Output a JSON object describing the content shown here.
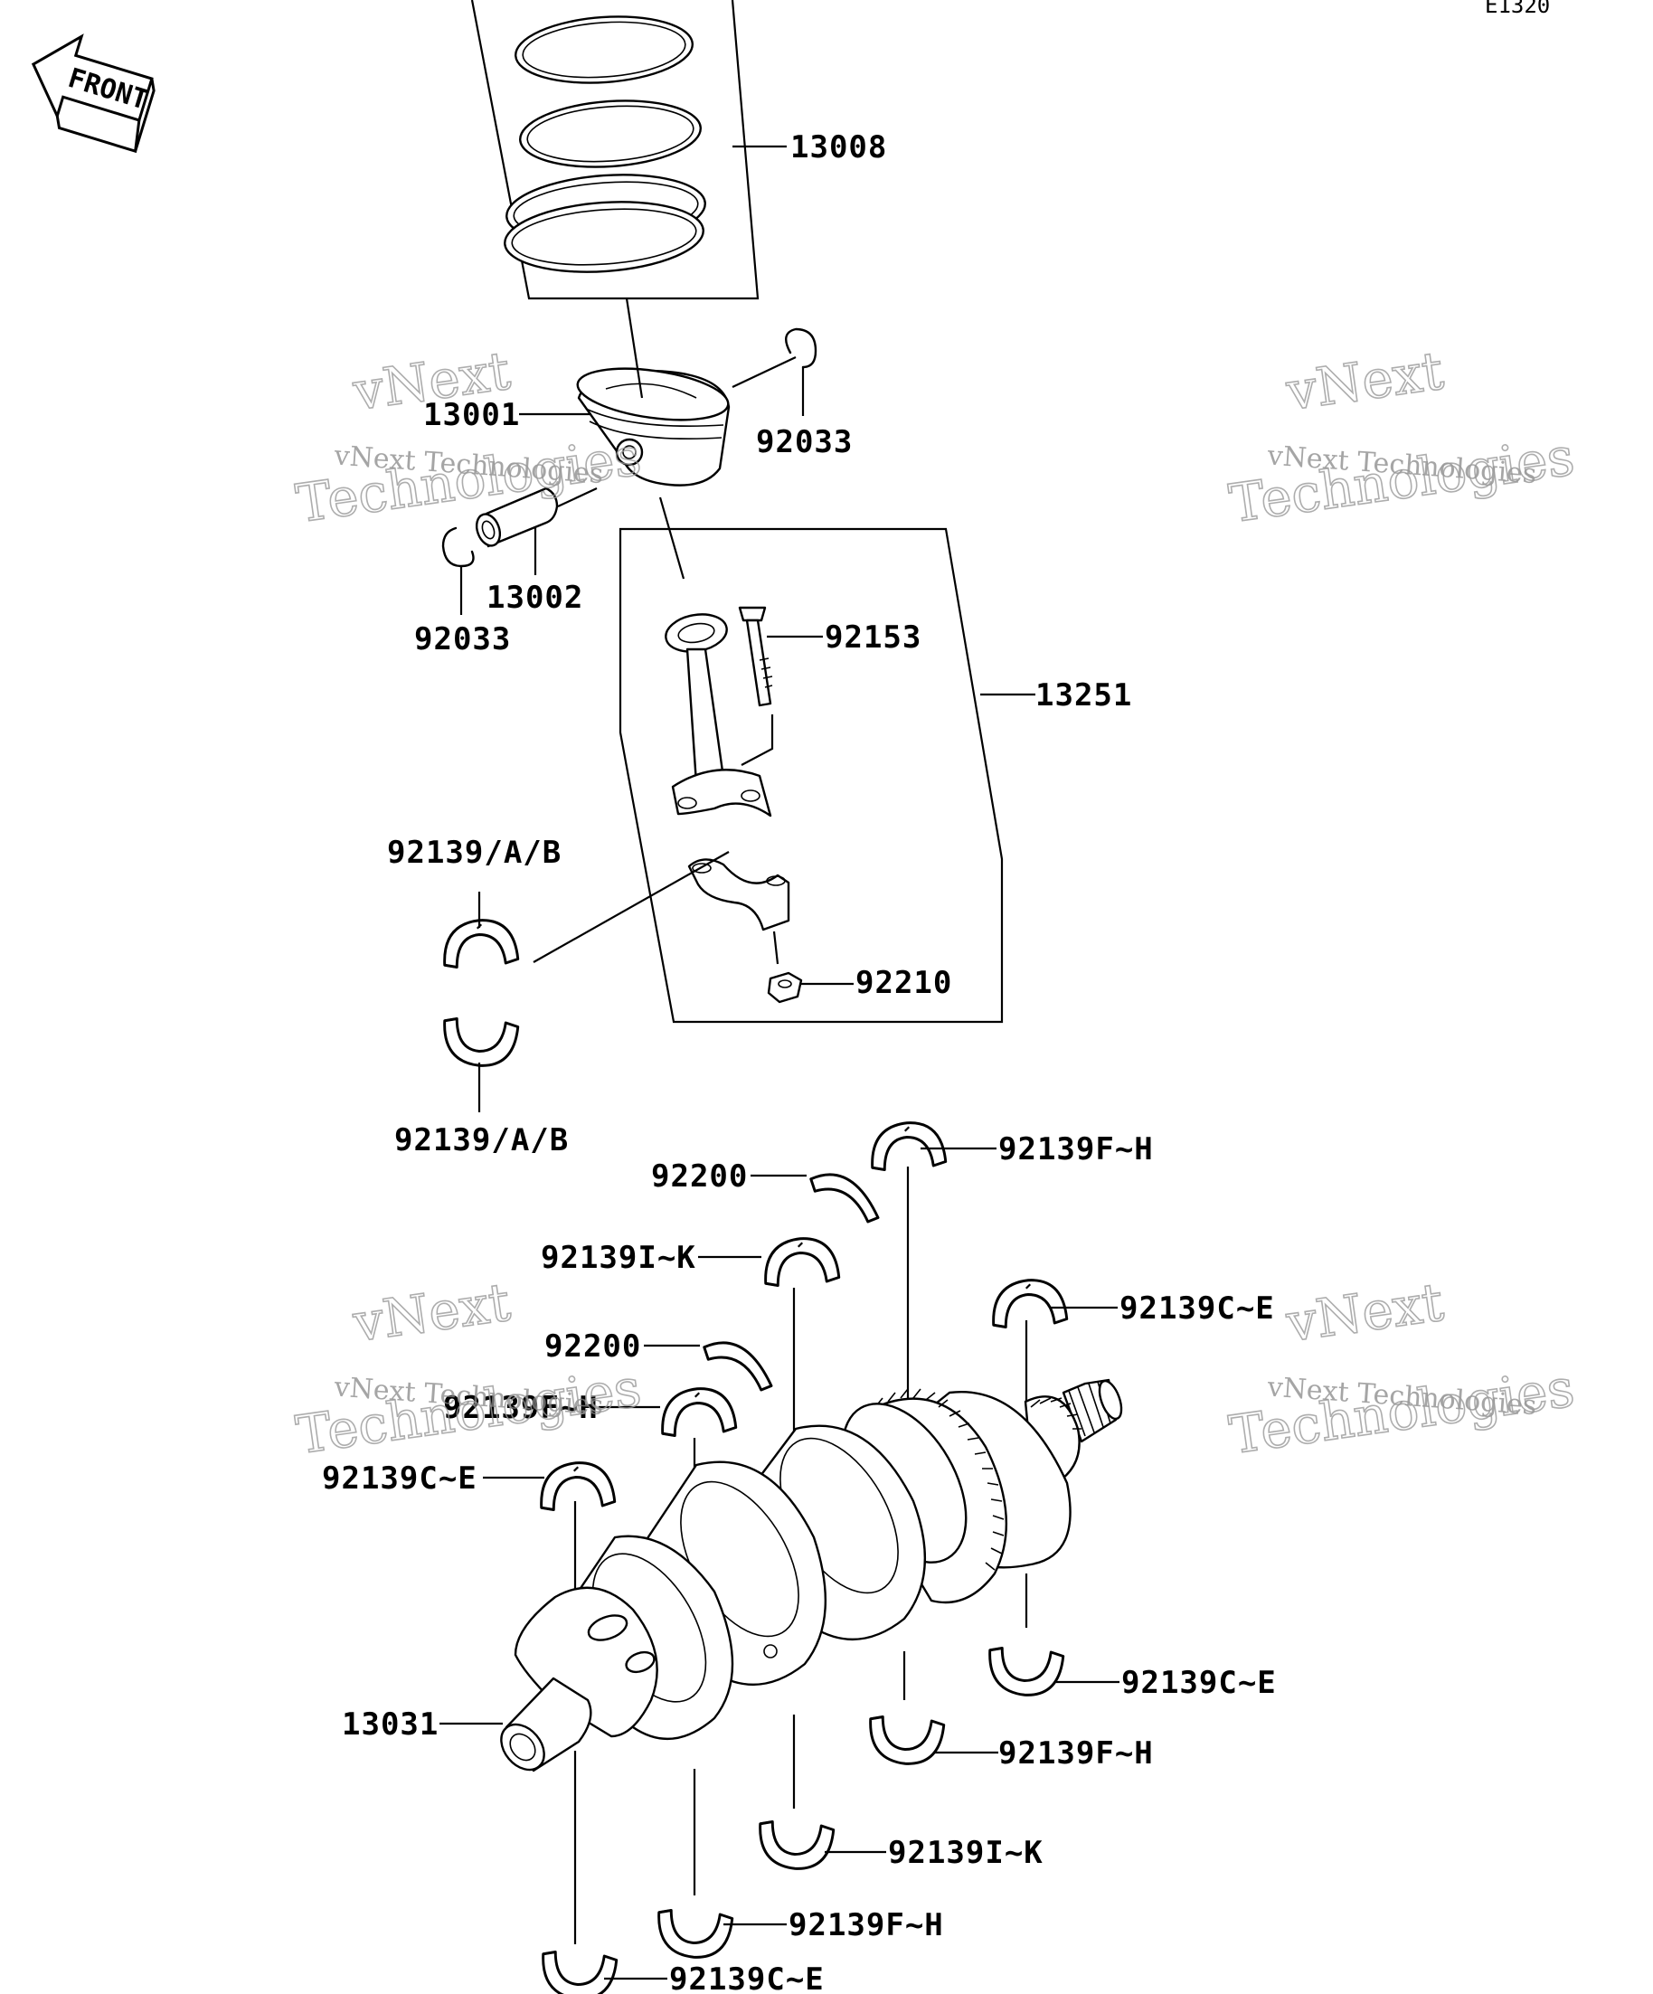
{
  "diagram_code": "E1320",
  "front_label": "FRONT",
  "watermark": {
    "line1": "vNext",
    "line2": "Technologies",
    "full": "vNext Technologies"
  },
  "callouts": {
    "p13008": "13008",
    "p13001": "13001",
    "p92033a": "92033",
    "p13002": "13002",
    "p92033b": "92033",
    "p92153": "92153",
    "p13251": "13251",
    "p92139ab_top": "92139/A/B",
    "p92210": "92210",
    "p92139ab_bot": "92139/A/B",
    "p92139fh_1": "92139F~H",
    "p92200_1": "92200",
    "p92139ik_1": "92139I~K",
    "p92139ce_1": "92139C~E",
    "p92200_2": "92200",
    "p92139fh_2": "92139F~H",
    "p92139ce_2": "92139C~E",
    "p13031": "13031",
    "p92139ce_3": "92139C~E",
    "p92139fh_3": "92139F~H",
    "p92139ik_2": "92139I~K",
    "p92139fh_4": "92139F~H",
    "p92139ce_4": "92139C~E"
  }
}
